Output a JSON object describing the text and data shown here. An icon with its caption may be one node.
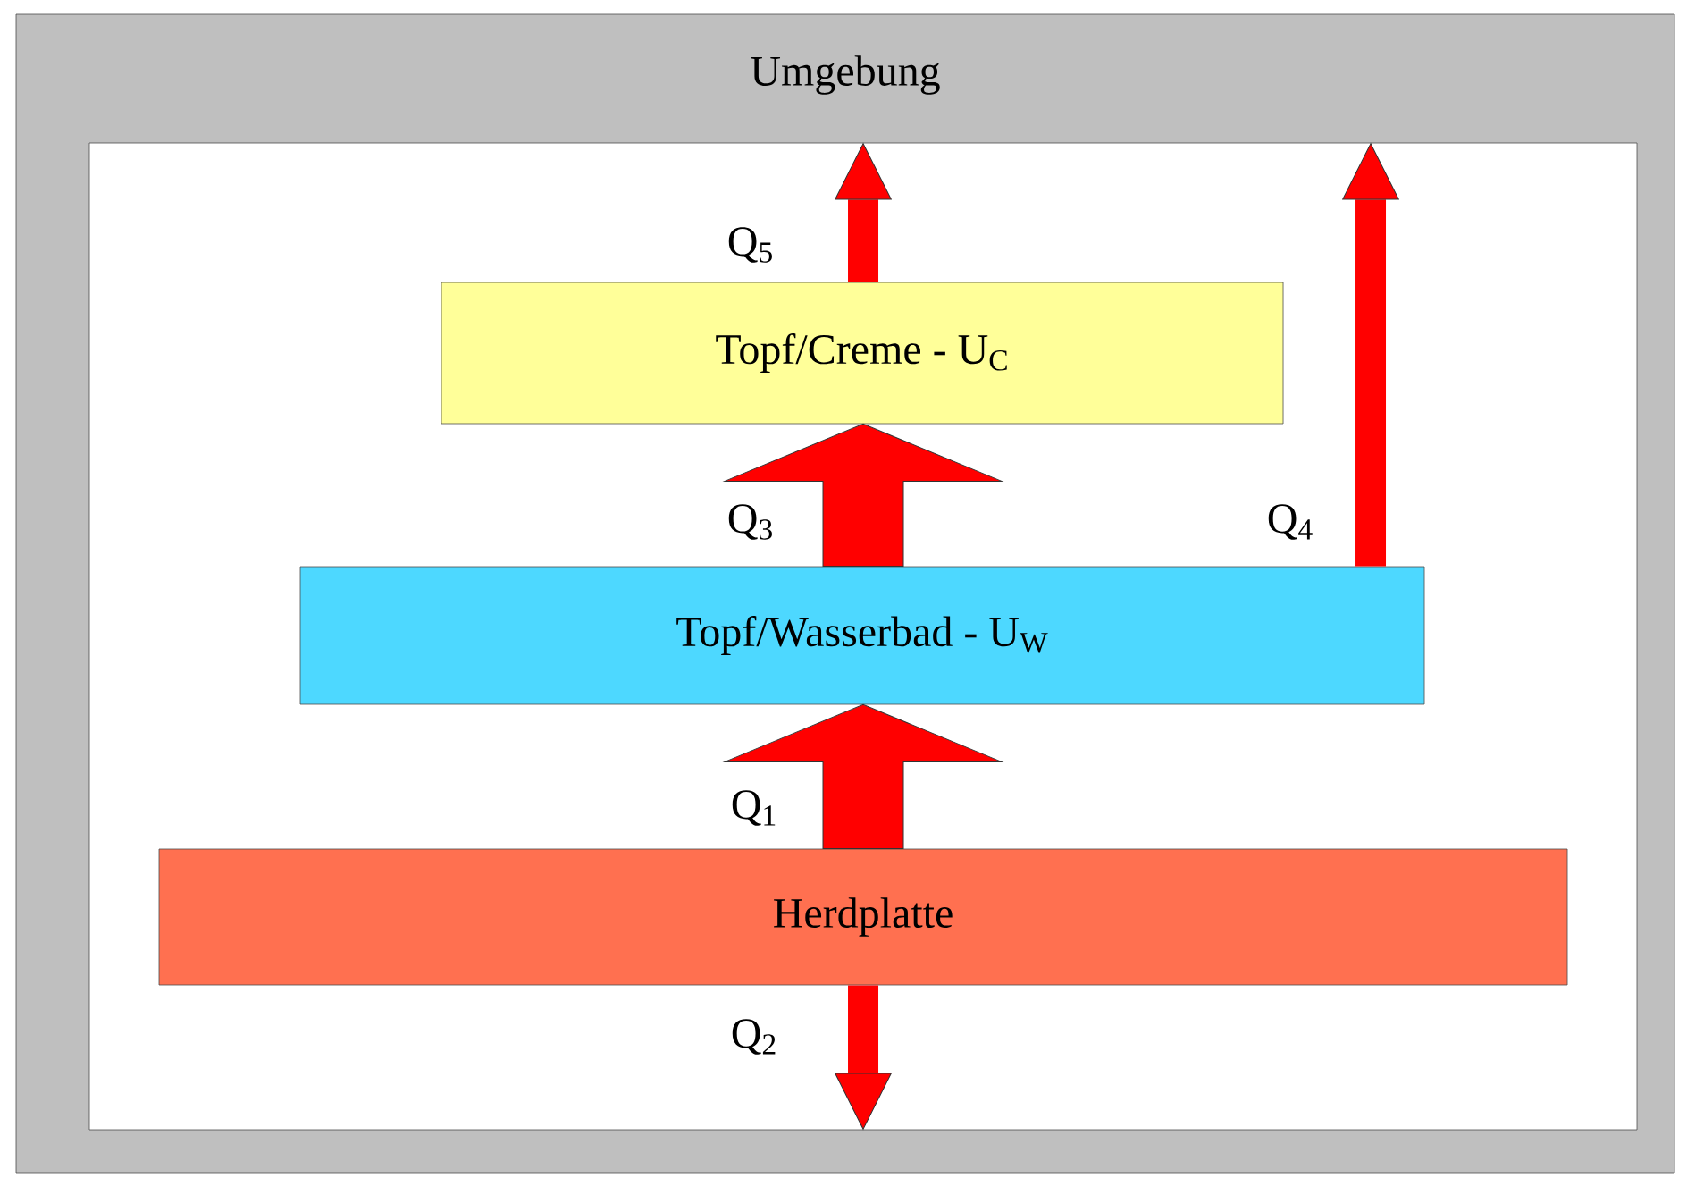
{
  "diagram": {
    "nodes": [
      {
        "text": [
          "Umgebung"
        ]
      },
      {
        "text": [],
        "shape": "box",
        "in": 0
      },
      {
        "text": [
          "Topf/Creme - U$_{C}$"
        ],
        "in": 1
      },
      {
        "text": [
          "Topf/Wasserbad - U$_{W}$"
        ],
        "in": 1
      },
      {
        "text": [
          "Herdplatte"
        ],
        "in": 1
      }
    ],
    "edges": [
      {
        "from": 4,
        "to": 3,
        "arrow": "to",
        "label": "Q$_{1}$",
        "style": "thick"
      },
      {
        "from": 4,
        "to": 1,
        "arrow": "to",
        "label": "Q$_{2}$"
      },
      {
        "from": 3,
        "to": 2,
        "arrow": "to",
        "label": "Q$_{3}$",
        "style": "thick"
      },
      {
        "from": 3,
        "to": 1,
        "arrow": "to",
        "label": "Q$_{4}$"
      },
      {
        "from": 2,
        "to": 1,
        "arrow": "to",
        "label": "Q$_{5}$"
      }
    ]
  }
}
